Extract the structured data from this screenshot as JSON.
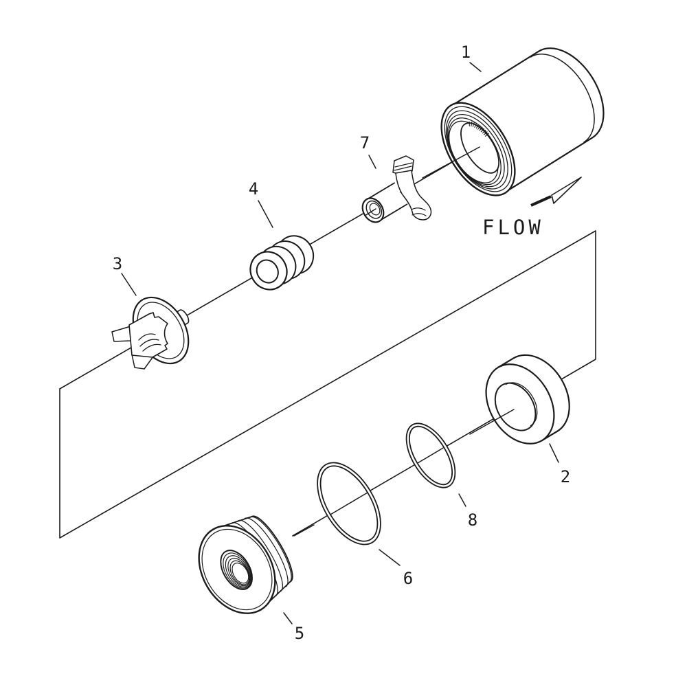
{
  "diagram": {
    "type": "exploded-parts-diagram",
    "background": "#ffffff",
    "line_color": "#1b1b1b",
    "flow_label": "FLOW",
    "callouts": [
      {
        "number": "1",
        "part": "valve-body"
      },
      {
        "number": "2",
        "part": "seat-ring"
      },
      {
        "number": "3",
        "part": "poppet"
      },
      {
        "number": "4",
        "part": "spring"
      },
      {
        "number": "5",
        "part": "end-cap"
      },
      {
        "number": "6",
        "part": "large-o-ring"
      },
      {
        "number": "7",
        "part": "stem-guide-fitting"
      },
      {
        "number": "8",
        "part": "small-o-ring"
      }
    ]
  }
}
